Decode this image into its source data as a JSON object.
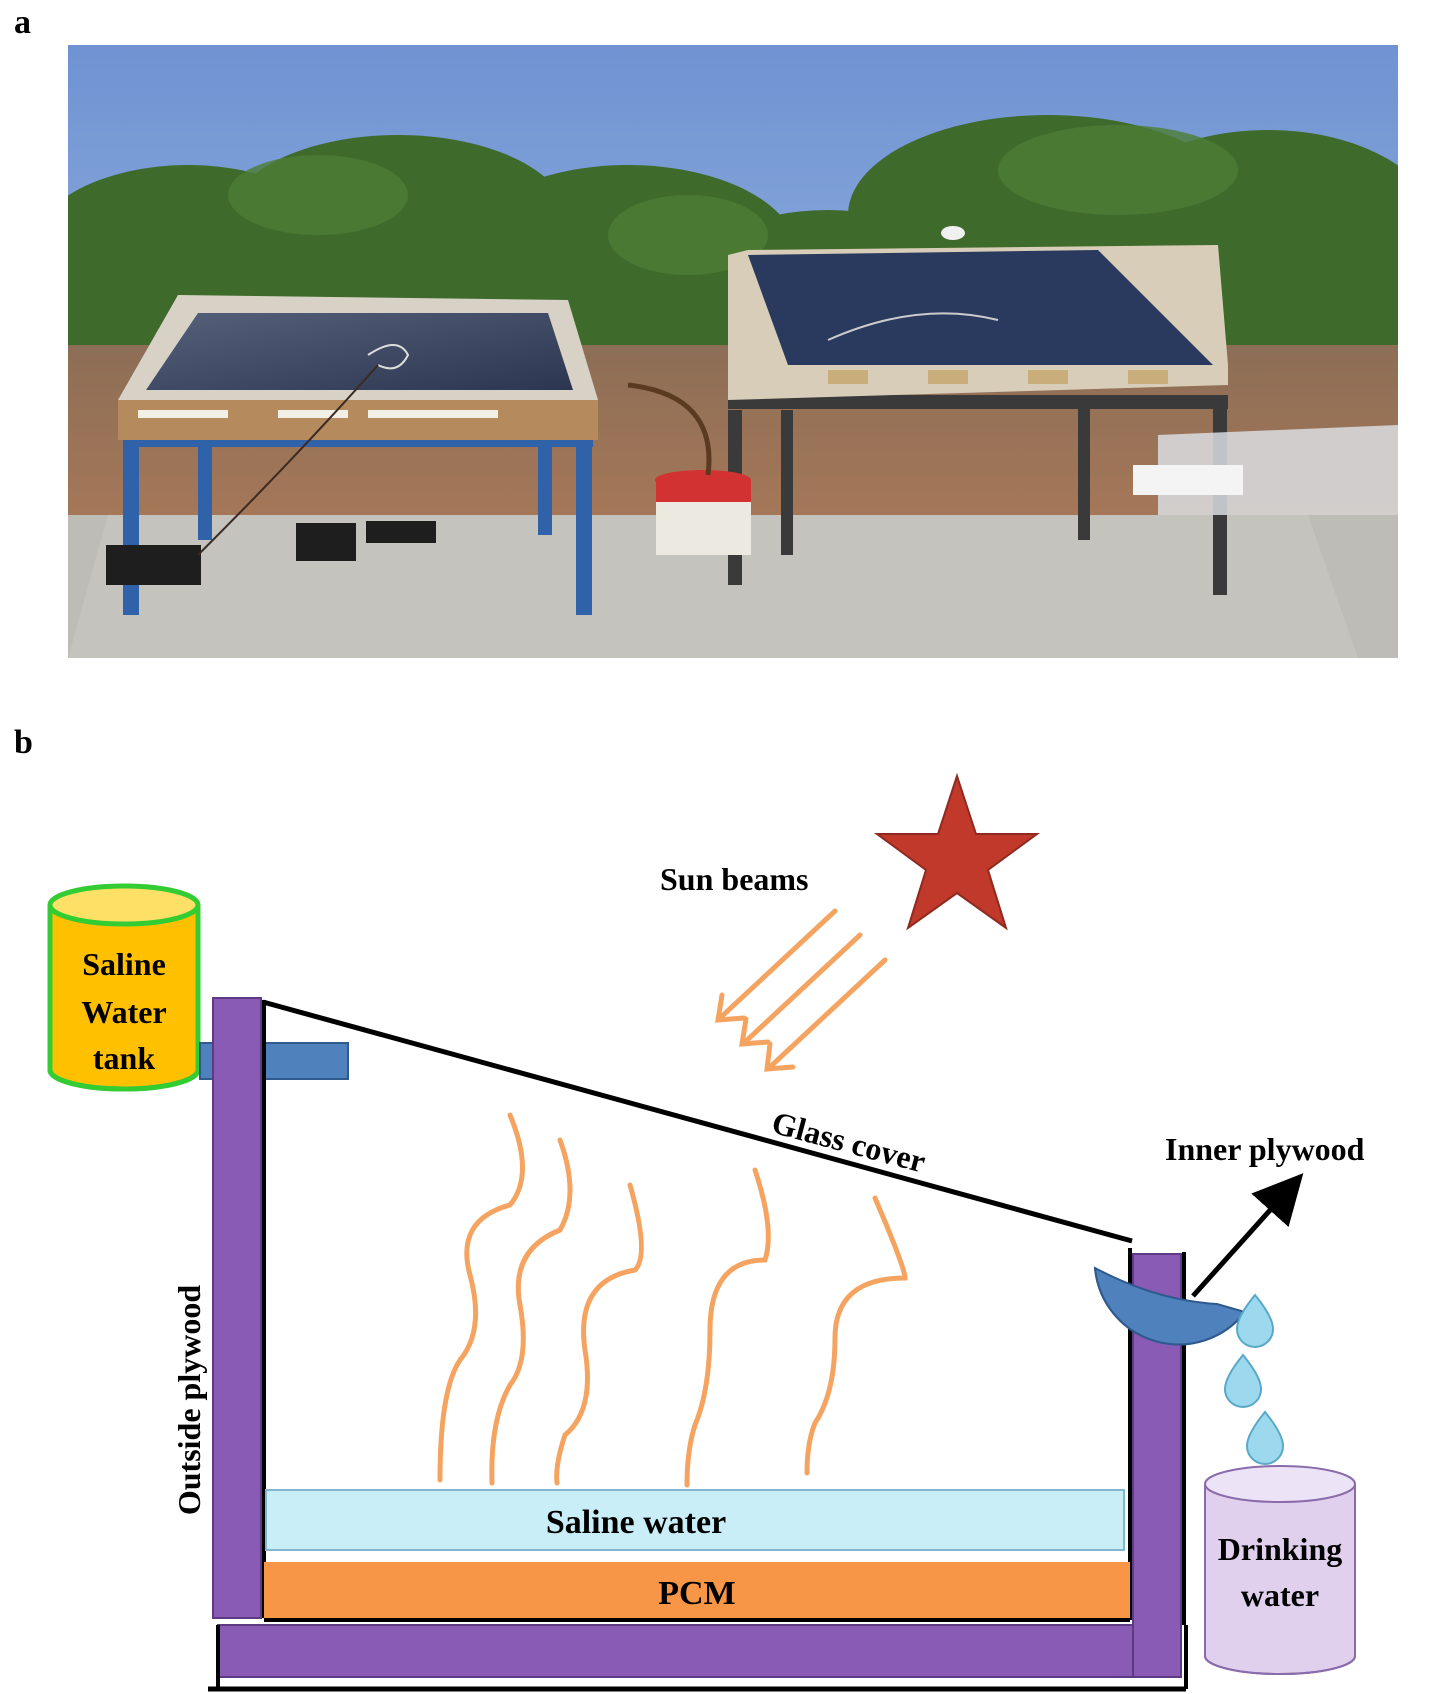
{
  "panels": {
    "a": "a",
    "b": "b"
  },
  "labels": {
    "sun_beams": "Sun beams",
    "glass_cover": "Glass cover",
    "inner_plywood": "Inner plywood",
    "outside_plywood": "Outside plywood",
    "saline_water": "Saline water",
    "pcm": "PCM",
    "tank_line1": "Saline",
    "tank_line2": "Water",
    "tank_line3": "tank",
    "drinking_line1": "Drinking",
    "drinking_line2": "water"
  },
  "colors": {
    "sky": "#7e9fd6",
    "trees": "#3f6a2e",
    "soil": "#9a6e52",
    "concrete": "#b9b8b2",
    "frame_purple": "#8a5bb5",
    "pcm_orange": "#f79646",
    "saline_blue": "#c9eef8",
    "tank_yellow": "#ffc000",
    "tank_green": "#33cc33",
    "pipe_blue": "#4f81bd",
    "star_red": "#c0392b",
    "beam_orange": "#f4a460",
    "drop_blue": "#9dd9ee",
    "cup_lilac": "#e0d0ee"
  }
}
